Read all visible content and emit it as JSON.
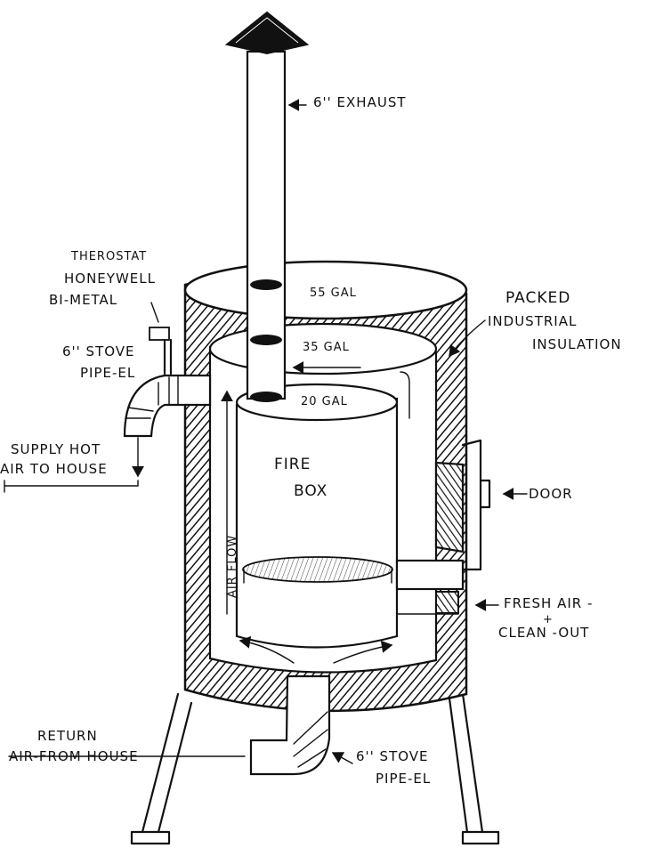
{
  "labels": {
    "exhaust": "6'' EXHAUST",
    "thermostat_1": "THEROSTAT",
    "thermostat_2": "HONEYWELL",
    "thermostat_3": "BI-METAL",
    "barrel_55": "55 GAL",
    "barrel_35": "35 GAL",
    "barrel_20": "20 GAL",
    "insulation_1": "PACKED",
    "insulation_2": "INDUSTRIAL",
    "insulation_3": "INSULATION",
    "stovepipe_top_1": "6'' STOVE",
    "stovepipe_top_2": "PIPE-EL",
    "supply_1": "SUPPLY HOT",
    "supply_2": "AIR TO HOUSE",
    "firebox_1": "FIRE",
    "firebox_2": "BOX",
    "door": "DOOR",
    "airflow": "AIR FLOW",
    "fresh_air_1": "FRESH AIR -",
    "fresh_air_2": "+",
    "fresh_air_3": "CLEAN -OUT",
    "return_1": "RETURN",
    "return_2": "AIR-FROM HOUSE",
    "stovepipe_bottom_1": "6'' STOVE",
    "stovepipe_bottom_2": "PIPE-EL"
  },
  "colors": {
    "ink": "#111111",
    "paper": "#ffffff"
  }
}
